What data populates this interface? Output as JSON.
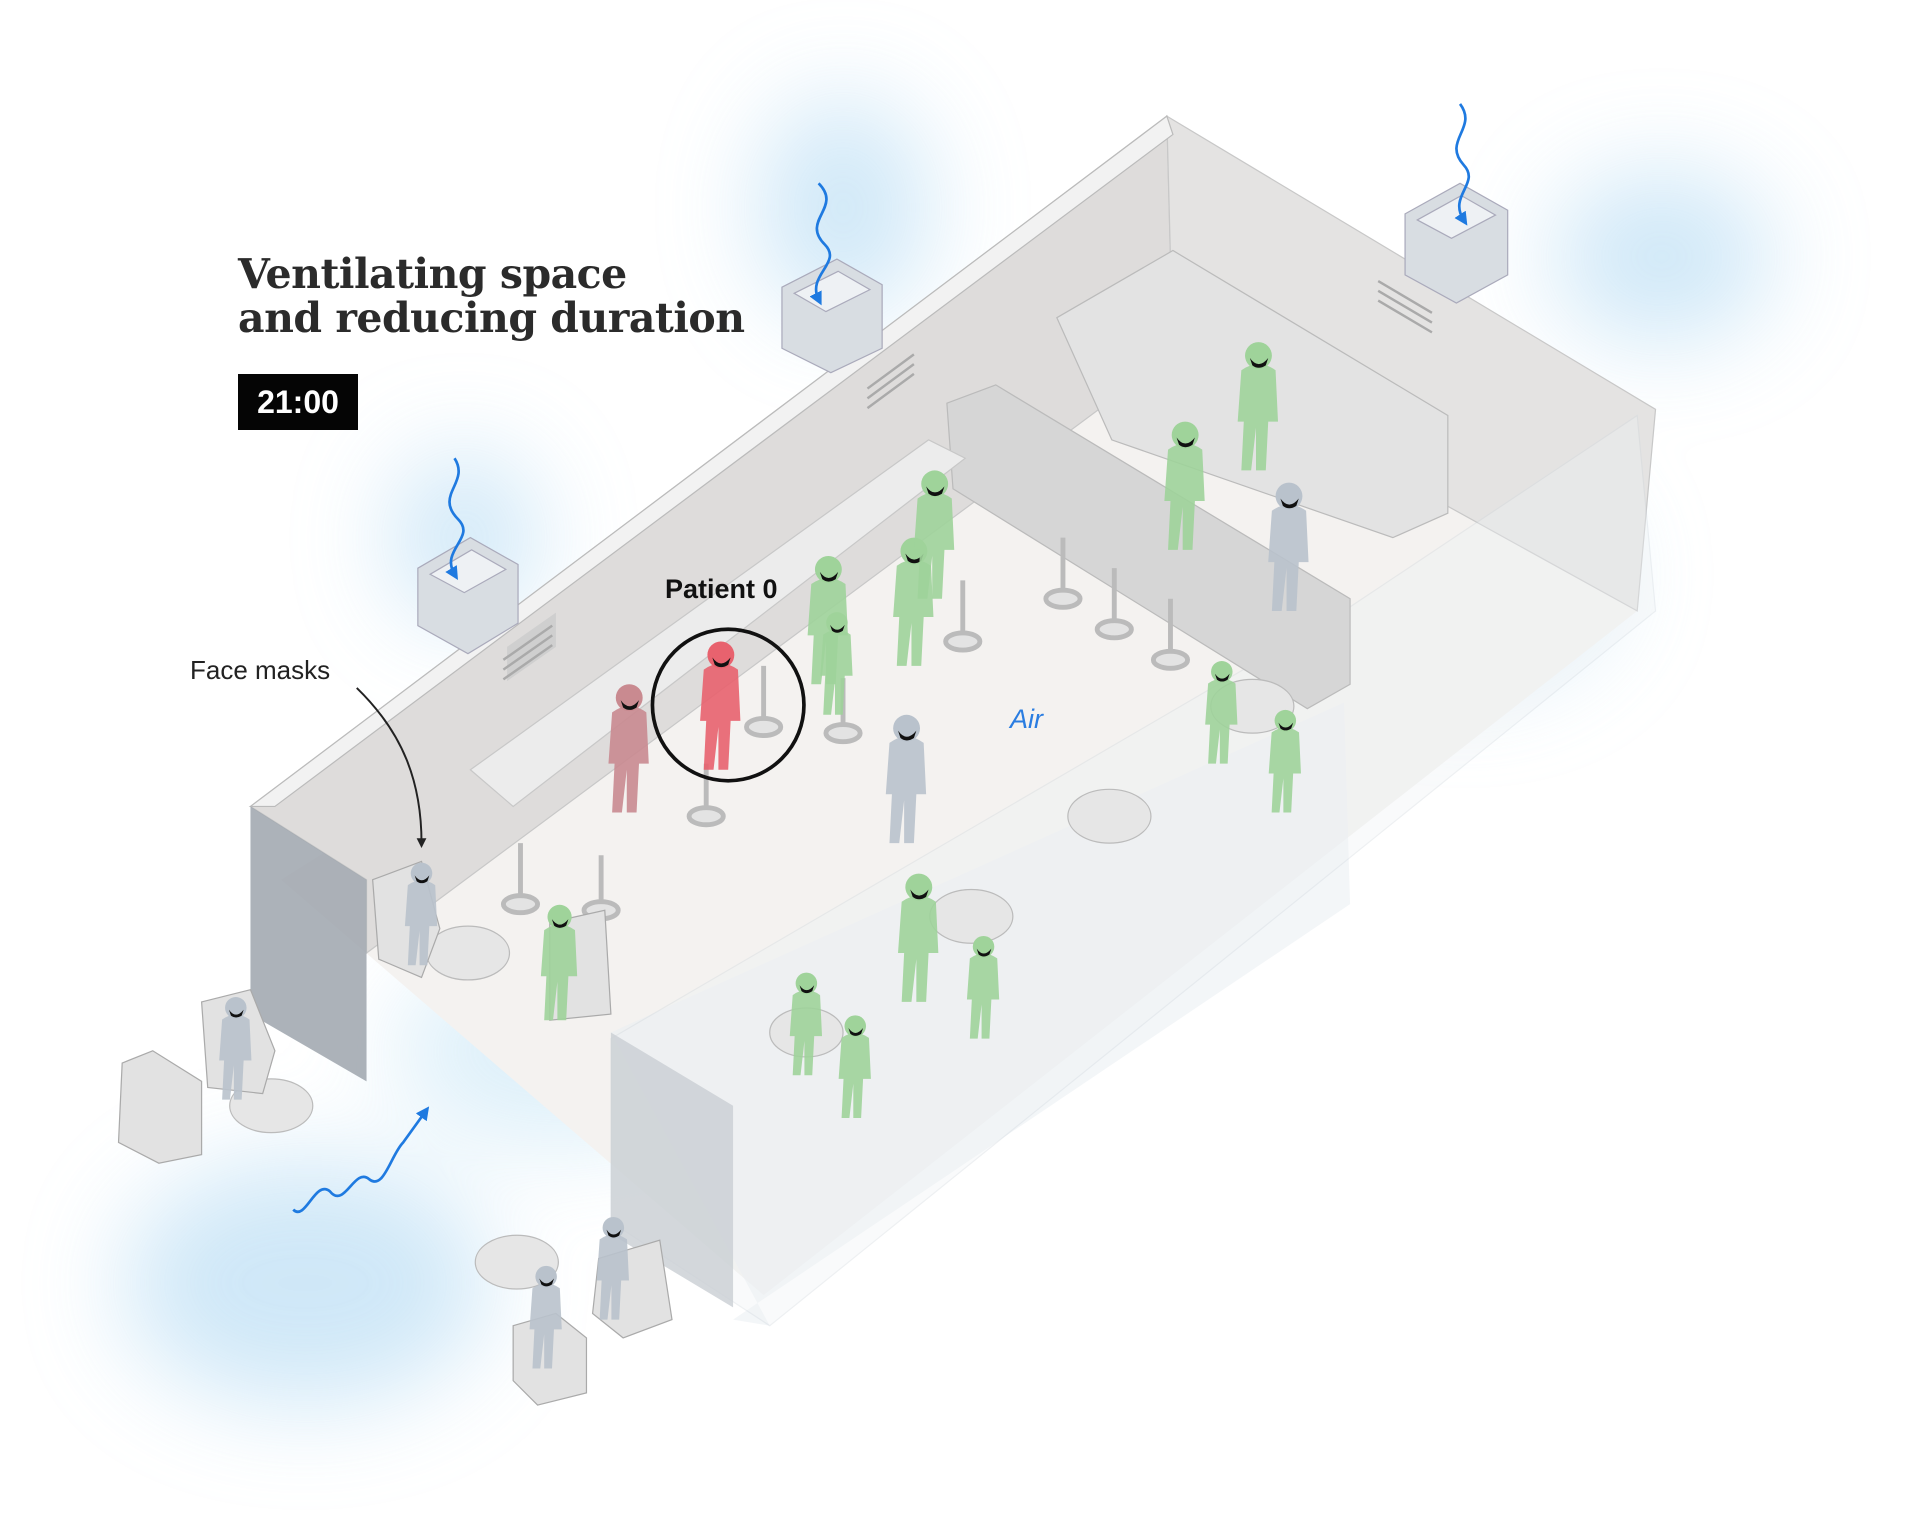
{
  "title": {
    "line1": "Ventilating space",
    "line2": "and reducing duration"
  },
  "time_badge": "21:00",
  "labels": {
    "patient_zero": "Patient 0",
    "face_masks": "Face masks",
    "air": "Air"
  },
  "colors": {
    "infected": "#e8626e",
    "exposed": "#c98a90",
    "healthy": "#9fd39a",
    "neutral": "#b9c2cc",
    "air_flow": "#1f7ae0",
    "air_glow": "#bfe0f5",
    "wall": "#e6e6e6"
  }
}
